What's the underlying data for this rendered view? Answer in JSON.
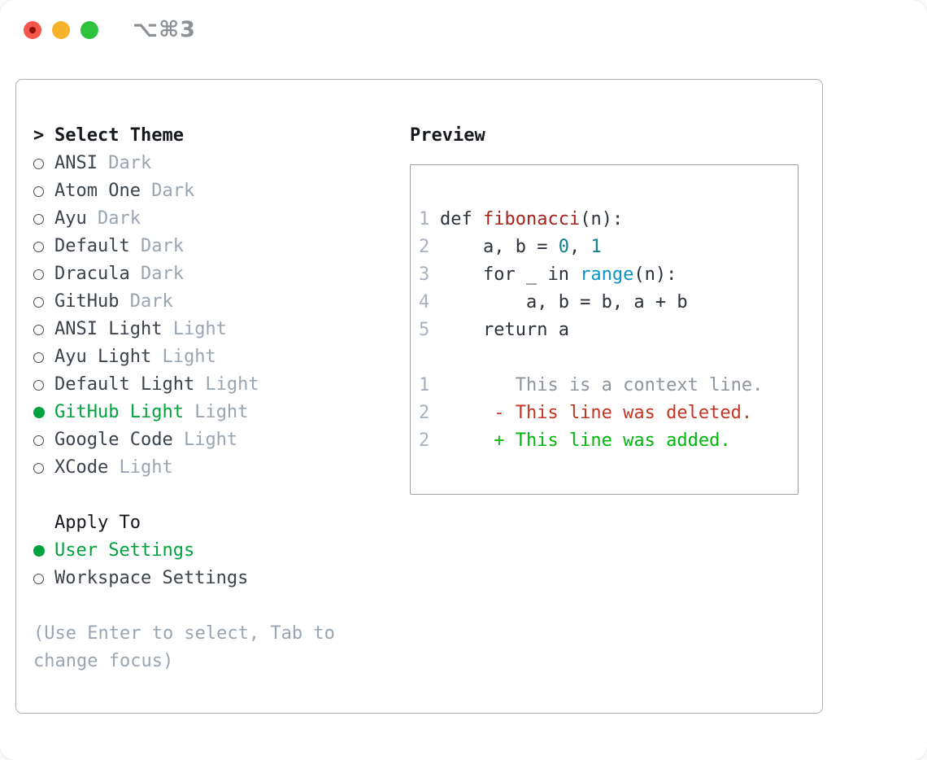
{
  "window": {
    "shortcut": "⌥⌘3",
    "traffic_lights": [
      "close",
      "minimize",
      "zoom"
    ]
  },
  "colors": {
    "selected_green": "#00a33e",
    "added_green": "#00b70d",
    "deleted_red": "#c43420",
    "function_red": "#a3231a",
    "builtin_blue": "#0a94ca",
    "number_teal": "#0e7f8b",
    "muted_gray": "#9aa5b2",
    "border_gray": "#a9b0b8"
  },
  "theme_picker": {
    "prompt": ">",
    "title": "Select Theme",
    "items": [
      {
        "name": "ANSI",
        "variant": "Dark",
        "selected": false
      },
      {
        "name": "Atom One",
        "variant": "Dark",
        "selected": false
      },
      {
        "name": "Ayu",
        "variant": "Dark",
        "selected": false
      },
      {
        "name": "Default",
        "variant": "Dark",
        "selected": false
      },
      {
        "name": "Dracula",
        "variant": "Dark",
        "selected": false
      },
      {
        "name": "GitHub",
        "variant": "Dark",
        "selected": false
      },
      {
        "name": "ANSI Light",
        "variant": "Light",
        "selected": false
      },
      {
        "name": "Ayu Light",
        "variant": "Light",
        "selected": false
      },
      {
        "name": "Default Light",
        "variant": "Light",
        "selected": false
      },
      {
        "name": "GitHub Light",
        "variant": "Light",
        "selected": true
      },
      {
        "name": "Google Code",
        "variant": "Light",
        "selected": false
      },
      {
        "name": "XCode",
        "variant": "Light",
        "selected": false
      }
    ],
    "apply_to": {
      "title": "Apply To",
      "options": [
        {
          "label": "User Settings",
          "selected": true
        },
        {
          "label": "Workspace Settings",
          "selected": false
        }
      ]
    },
    "hint": "(Use Enter to select, Tab to change focus)"
  },
  "preview": {
    "title": "Preview",
    "lines": [
      {
        "no": "",
        "segs": []
      },
      {
        "no": "1",
        "segs": [
          [
            "def ",
            "plain"
          ],
          [
            "fibonacci",
            "func"
          ],
          [
            "(n):",
            "plain"
          ]
        ]
      },
      {
        "no": "2",
        "segs": [
          [
            "    a, b = ",
            "plain"
          ],
          [
            "0",
            "num"
          ],
          [
            ", ",
            "plain"
          ],
          [
            "1",
            "num"
          ]
        ]
      },
      {
        "no": "3",
        "segs": [
          [
            "    for _ in ",
            "plain"
          ],
          [
            "range",
            "blt"
          ],
          [
            "(n):",
            "plain"
          ]
        ]
      },
      {
        "no": "4",
        "segs": [
          [
            "        a, b = b, a + b",
            "plain"
          ]
        ]
      },
      {
        "no": "5",
        "segs": [
          [
            "    return a",
            "plain"
          ]
        ]
      },
      {
        "no": "",
        "segs": []
      },
      {
        "no": "1",
        "segs": [
          [
            "       This is a context line.",
            "ctx"
          ]
        ]
      },
      {
        "no": "2",
        "segs": [
          [
            "     - This line was deleted.",
            "del"
          ]
        ]
      },
      {
        "no": "2",
        "segs": [
          [
            "     + This line was added.",
            "add"
          ]
        ]
      }
    ]
  }
}
